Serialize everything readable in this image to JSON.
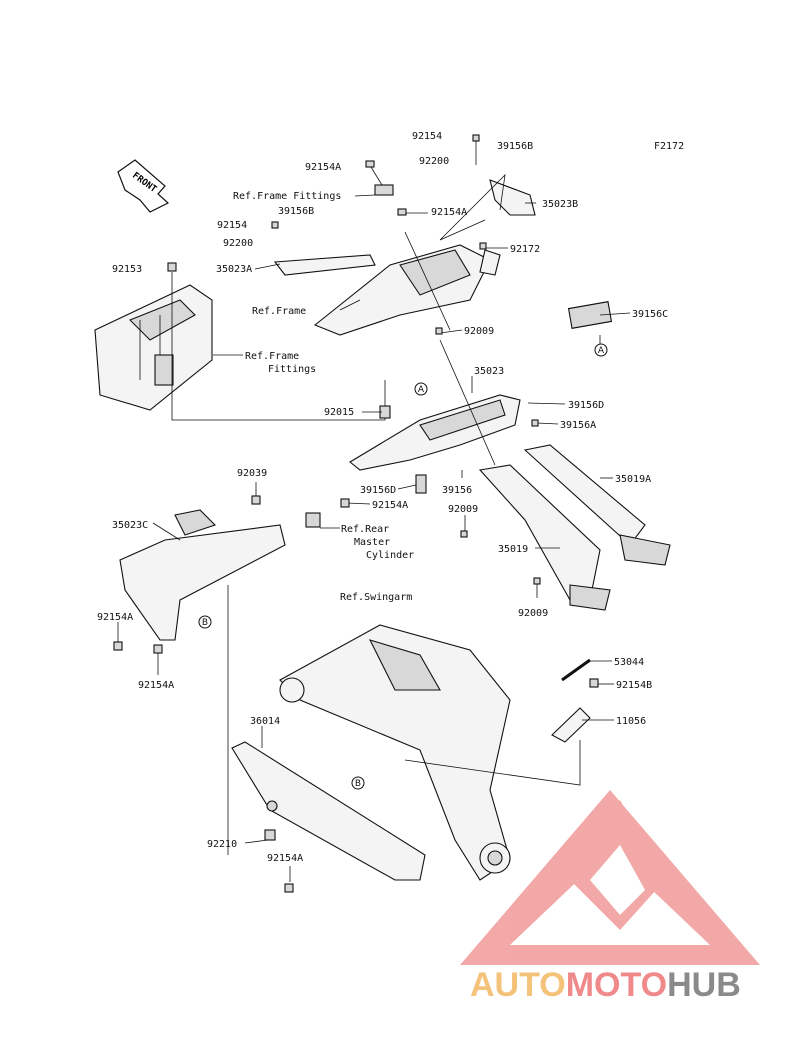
{
  "diagram_code": "F2172",
  "front_arrow": "FRONT",
  "parts": {
    "p92154_top": "92154",
    "p39156B_top": "39156B",
    "p92200_top": "92200",
    "p35023B": "35023B",
    "p92154A_top": "92154A",
    "ref_frame_fittings_top": "Ref.Frame Fittings",
    "p39156B_left": "39156B",
    "p92154A_mid": "92154A",
    "p92154_left": "92154",
    "p92200_left": "92200",
    "p92172": "92172",
    "p35023A": "35023A",
    "p92153": "92153",
    "ref_frame": "Ref.Frame",
    "p39156C": "39156C",
    "p92009_top": "92009",
    "ref_frame_fittings_l1": "Ref.Frame",
    "ref_frame_fittings_l2": "Fittings",
    "p35023": "35023",
    "p39156D_right": "39156D",
    "p92015": "92015",
    "p39156A": "39156A",
    "p35019A": "35019A",
    "p92039": "92039",
    "p39156D_low": "39156D",
    "p39156": "39156",
    "p92154A_low": "92154A",
    "p92009_mid": "92009",
    "ref_rear_l1": "Ref.Rear",
    "ref_rear_l2": "Master",
    "ref_rear_l3": "Cylinder",
    "p35023C": "35023C",
    "p35019": "35019",
    "p92009_low": "92009",
    "ref_swingarm": "Ref.Swingarm",
    "p92154A_left1": "92154A",
    "p92154A_left2": "92154A",
    "p53044": "53044",
    "p92154B": "92154B",
    "p11056": "11056",
    "p36014": "36014",
    "p92210": "92210",
    "p92154A_bottom": "92154A"
  },
  "ref_markers": {
    "a1": "A",
    "a2": "A",
    "b1": "B",
    "b2": "B"
  },
  "watermark": {
    "part1": "AUTO",
    "part2": "MOTO",
    "part3": "HUB",
    "colors": {
      "auto": "#f5c27a",
      "moto": "#f08a8a",
      "hub": "#8a8a8a",
      "logo": "#f07a7a"
    }
  }
}
